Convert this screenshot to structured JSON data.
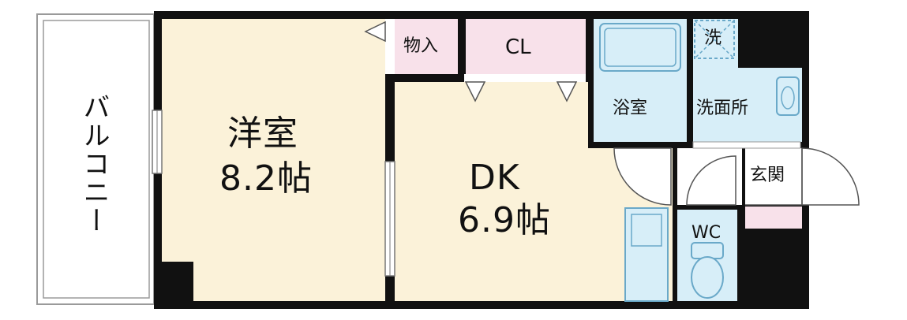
{
  "rooms": {
    "western": {
      "name": "洋室",
      "size": "8.2帖"
    },
    "dk": {
      "name": "DK",
      "size": "6.9帖"
    },
    "storage": "物入",
    "closet": "CL",
    "bath": "浴室",
    "washroom": "洗面所",
    "laundry": "洗",
    "entrance": "玄関",
    "toilet": "WC",
    "balcony": "バルコニー"
  },
  "colors": {
    "wall": "#111111",
    "western_floor": "#fbf2d9",
    "dk_floor": "#fbf2d9",
    "storage_floor": "#f8e1ea",
    "wet_area": "#d7eef8",
    "balcony_fill": "#ffffff"
  }
}
